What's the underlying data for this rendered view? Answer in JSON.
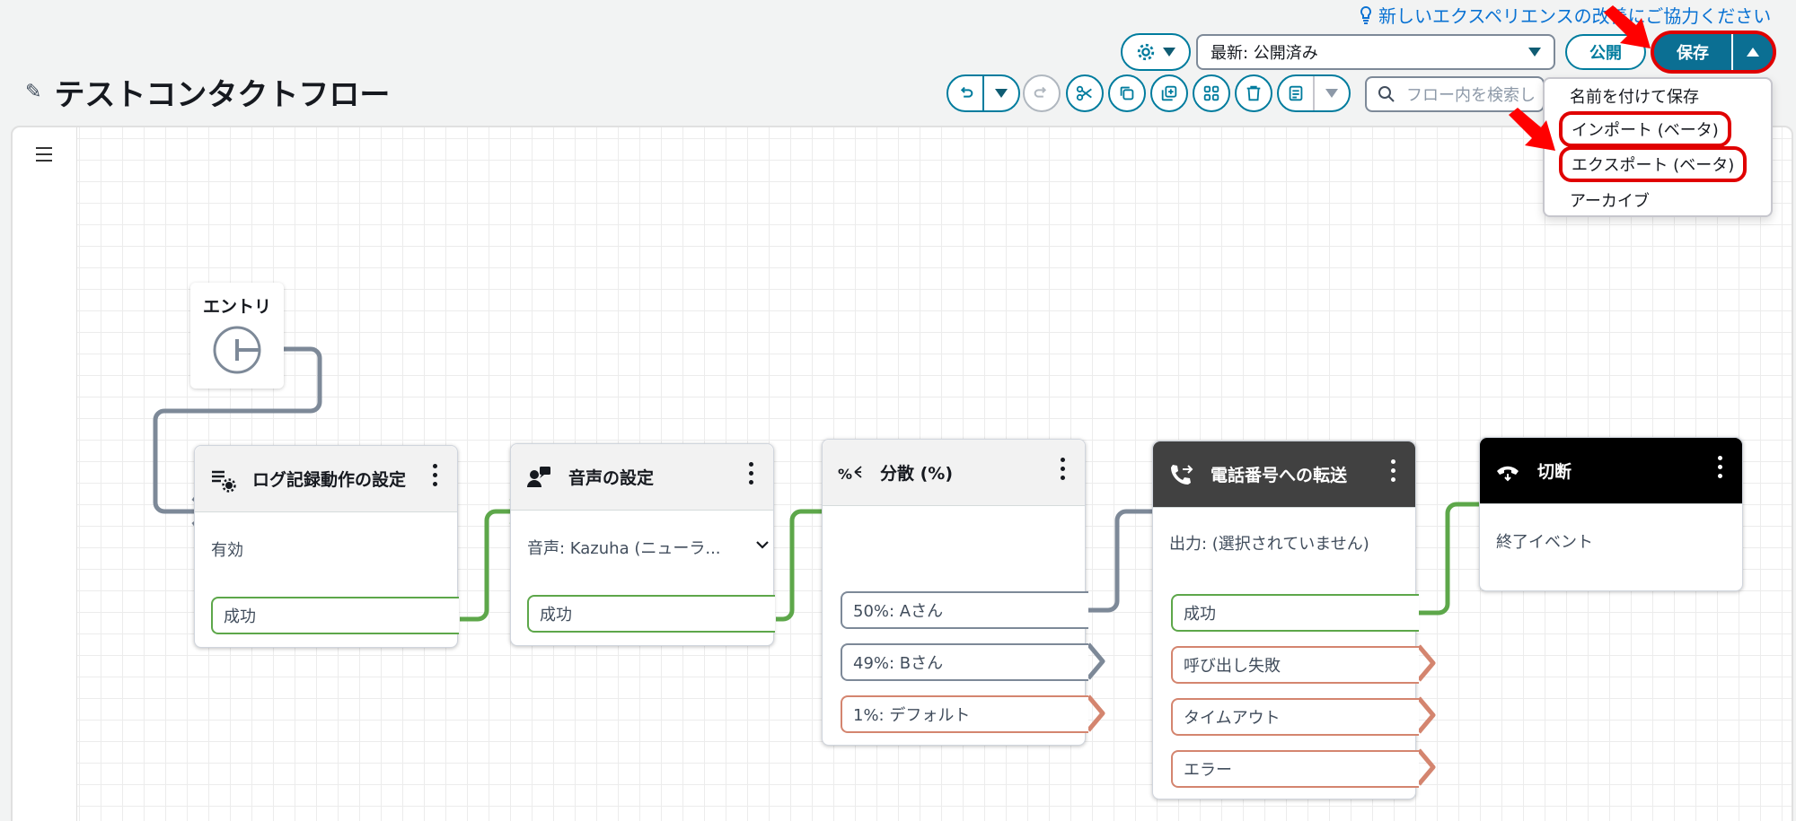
{
  "header": {
    "feedback_link": "新しいエクスペリエンスの改善にご協力ください",
    "page_title": "テストコンタクトフロー",
    "version_select": "最新: 公開済み",
    "publish_label": "公開",
    "save_label": "保存",
    "search_placeholder": "フロー内を検索し"
  },
  "save_menu": {
    "items": [
      "名前を付けて保存",
      "インポート (ベータ)",
      "エクスポート (ベータ)",
      "アーカイブ"
    ]
  },
  "toolbar_icons": [
    "undo-icon",
    "undo-dropdown-icon",
    "redo-icon",
    "cut-icon",
    "copy-icon",
    "duplicate-icon",
    "arrange-icon",
    "delete-icon",
    "notes-icon",
    "notes-dropdown-icon"
  ],
  "canvas": {
    "entry": {
      "label": "エントリ"
    },
    "nodes": [
      {
        "title": "ログ記録動作の設定",
        "body": "有効",
        "branches": [
          "成功"
        ]
      },
      {
        "title": "音声の設定",
        "body": "音声: Kazuha (ニューラ...",
        "branches": [
          "成功"
        ]
      },
      {
        "title": "分散 (%)",
        "body": "",
        "branches": [
          "50%: Aさん",
          "49%: Bさん",
          "1%: デフォルト"
        ]
      },
      {
        "title": "電話番号への転送",
        "body": "出力: (選択されていません)",
        "branches": [
          "成功",
          "呼び出し失敗",
          "タイムアウト",
          "エラー"
        ]
      },
      {
        "title": "切断",
        "body": "終了イベント",
        "branches": []
      }
    ]
  },
  "colors": {
    "accent": "#007c9e",
    "annotation_red": "#e00000",
    "success_green": "#5da74a",
    "error_red": "#d4856f"
  }
}
